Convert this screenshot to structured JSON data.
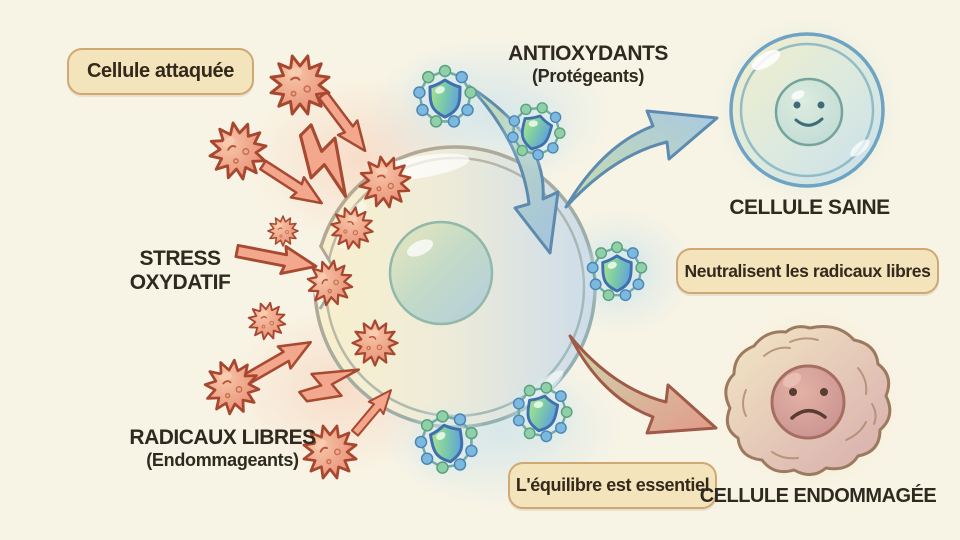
{
  "labels": {
    "attacked_cell": "Cellule attaquée",
    "antioxidants_title": "ANTIOXYDANTS",
    "antioxidants_sub": "(Protégeants)",
    "stress_line1": "STRESS",
    "stress_line2": "OXYDATIF",
    "free_radicals_title": "RADICAUX LIBRES",
    "free_radicals_sub": "(Endommageants)",
    "healthy_cell": "CELLULE SAINE",
    "neutralize": "Neutralisent les radicaux libres",
    "balance": "L'équilibre est essentiel",
    "damaged_cell": "CELLULE ENDOMMAGÉE"
  },
  "palette": {
    "background": "#f8f4e5",
    "box_fill": "#f4e4bc",
    "box_border": "#cfa873",
    "text": "#2e2a20",
    "radical_fill": "#ec9e83",
    "radical_outline": "#a8472f",
    "attack_arrow": "#f3a88d",
    "shield_green": "#8ed49e",
    "shield_blue": "#6aaede",
    "shield_outline": "#3e6fae",
    "membrane": "#8cb2b9",
    "healthy_cell_ring": "#6fa3c4",
    "damaged_cell_fill": "#d7acac",
    "damaged_cell_outline": "#9c7a5f"
  }
}
